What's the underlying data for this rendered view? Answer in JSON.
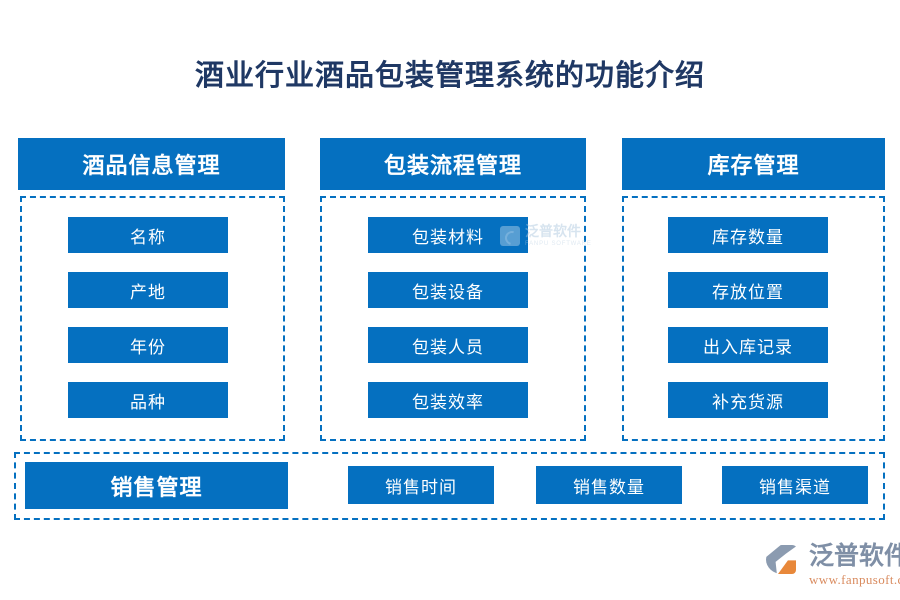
{
  "page": {
    "title": "酒业行业酒品包装管理系统的功能介绍",
    "accent_color": "#0570C0",
    "title_color": "#1F3864",
    "background_color": "#FFFFFF"
  },
  "columns": [
    {
      "header": "酒品信息管理",
      "items": [
        "名称",
        "产地",
        "年份",
        "品种"
      ]
    },
    {
      "header": "包装流程管理",
      "items": [
        "包装材料",
        "包装设备",
        "包装人员",
        "包装效率"
      ]
    },
    {
      "header": "库存管理",
      "items": [
        "库存数量",
        "存放位置",
        "出入库记录",
        "补充货源"
      ]
    }
  ],
  "bottom": {
    "header": "销售管理",
    "items": [
      "销售时间",
      "销售数量",
      "销售渠道"
    ]
  },
  "watermark": {
    "cn": "泛普软件",
    "en": "FANPU SOFTWARE"
  },
  "footer_logo": {
    "cn": "泛普软件",
    "url": "www.fanpusoft.com"
  }
}
